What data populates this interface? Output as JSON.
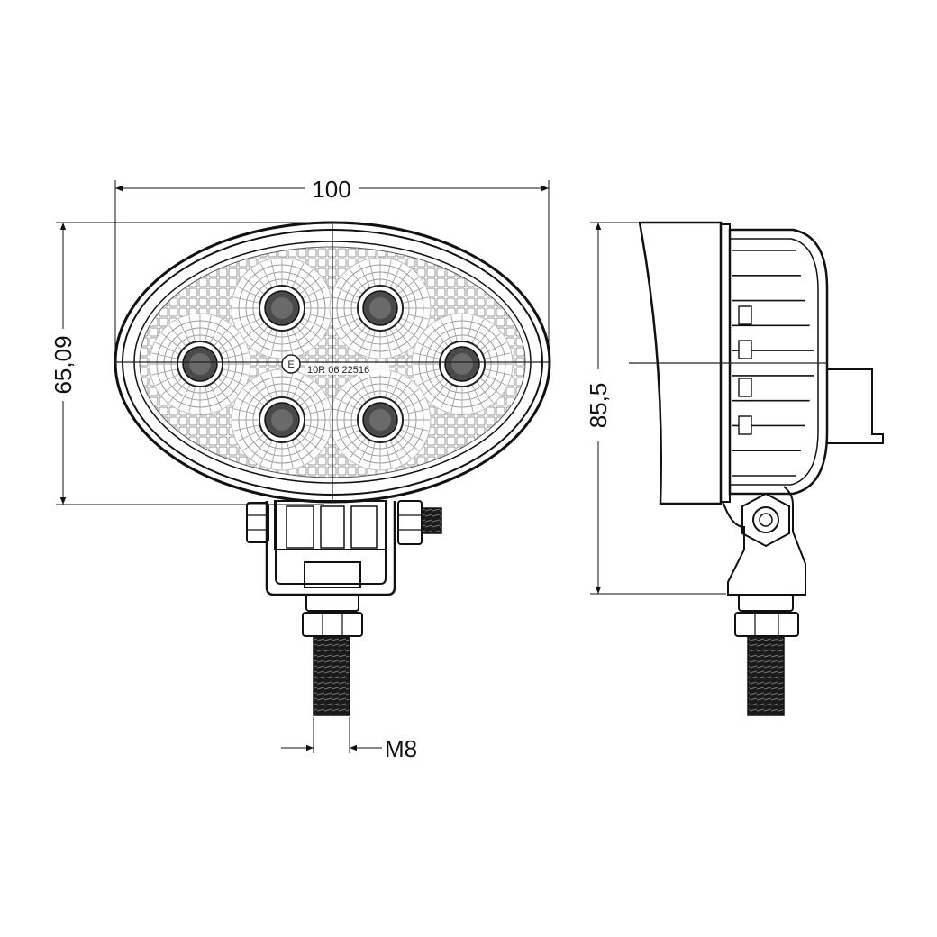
{
  "dimensions": {
    "width": "100",
    "height_front": "65,09",
    "height_side": "85,5",
    "thread": "M8"
  },
  "approval_mark": {
    "symbol": "E",
    "code": "10R 06 22516"
  },
  "colors": {
    "line": "#111111",
    "background": "#ffffff",
    "lens_grid": "#9a9a9a"
  },
  "front_view": {
    "led_count": 6
  },
  "side_view": {
    "fin_count": 10
  }
}
